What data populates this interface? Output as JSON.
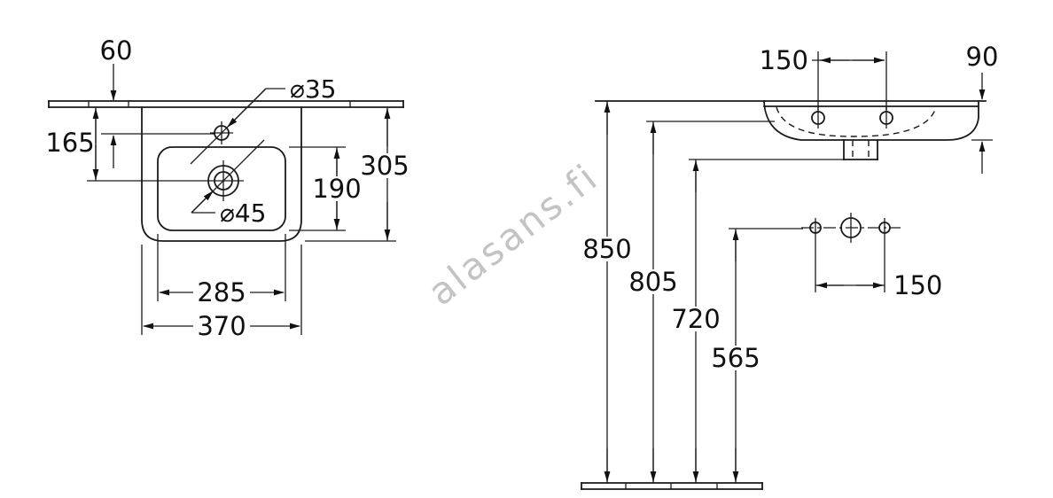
{
  "watermark": "alasans.fi",
  "top_view": {
    "faucet_hole_offset": "60",
    "drain_center_offset": "165",
    "faucet_hole_diameter": "⌀35",
    "overall_depth": "305",
    "bowl_depth": "190",
    "drain_hole_diameter": "⌀45",
    "bowl_width": "285",
    "overall_width": "370"
  },
  "side_view": {
    "tap_hole_spacing": "150",
    "rim_edge_height": "90",
    "rim_height": "850",
    "apron_height": "805",
    "underside_height": "720",
    "fixing_hole_height": "565",
    "fixing_hole_spacing": "150"
  }
}
